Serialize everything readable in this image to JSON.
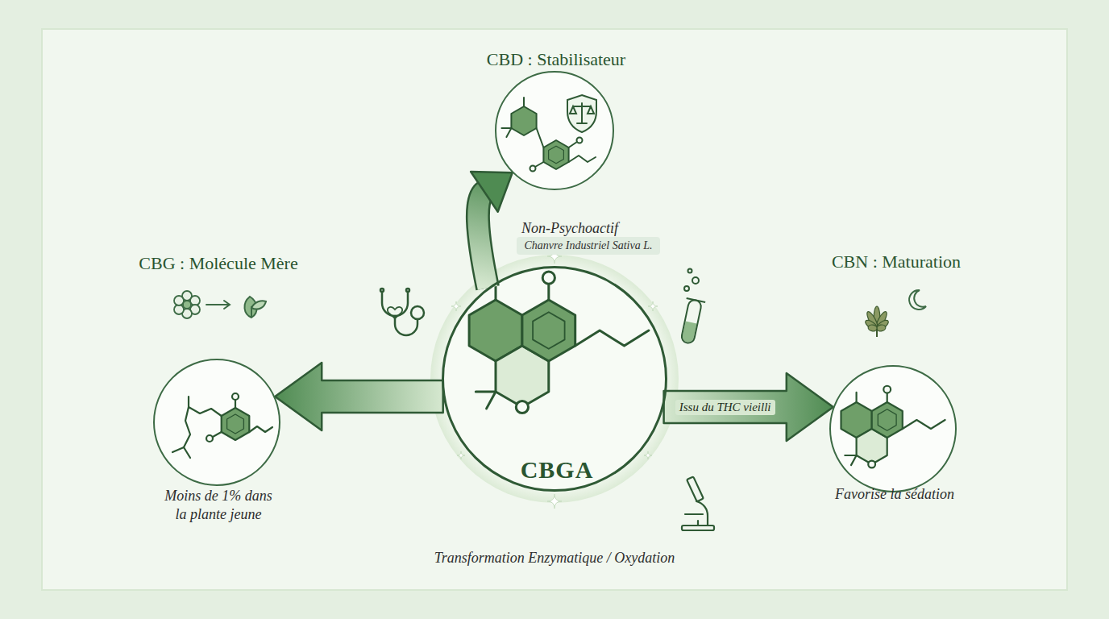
{
  "diagram": {
    "nodes": [
      {
        "text": [
          "CBD : Stabilisateur",
          "Non-Psychoactif"
        ]
      },
      {
        "text": [
          "CBG : Molécule Mère",
          "Moins de 1% dans la plante jeune"
        ]
      },
      {
        "text": [
          "CBGA"
        ]
      },
      {
        "text": [
          "CBN : Maturation",
          "Favorise la sédation"
        ]
      }
    ],
    "edges": [
      {
        "from": 2,
        "to": 0,
        "arrow": "to"
      },
      {
        "from": 2,
        "to": 1,
        "arrow": "to"
      },
      {
        "from": 2,
        "to": 3,
        "label": "Issu du THC vieilli",
        "arrow": "to"
      }
    ],
    "labels": [
      "Chanvre Industriel Sativa L.",
      "Transformation Enzymatique / Oxydation"
    ]
  }
}
